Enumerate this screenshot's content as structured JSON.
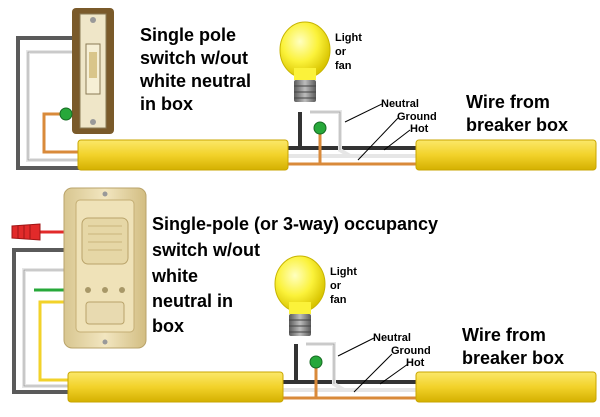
{
  "colors": {
    "cable_yellow": "#f2d22a",
    "cable_edge": "#d4b000",
    "bulb_yellow": "#fbf23a",
    "black_wire": "#333333",
    "white_wire": "#e6e6e6",
    "copper_wire": "#d98a3a",
    "red_wire": "#e22a2a",
    "green_wire": "#27a83a",
    "switch_beige": "#e8d9ad",
    "switch_plate": "#7a5a2a"
  },
  "top_diagram": {
    "title_lines": [
      "Single pole",
      "switch w/out",
      "white neutral",
      "in box"
    ],
    "bulb_label_lines": [
      "Light",
      "or",
      "fan"
    ],
    "wire_labels": {
      "neutral": "Neutral",
      "ground": "Ground",
      "hot": "Hot"
    },
    "source_lines": [
      "Wire from",
      "breaker box"
    ],
    "icons": [
      "toggle-switch-icon",
      "light-bulb-icon",
      "ground-screw-icon"
    ]
  },
  "bottom_diagram": {
    "title_lines": [
      "Single-pole (or 3-way) occupancy",
      "switch w/out",
      "white",
      "neutral in",
      "box"
    ],
    "bulb_label_lines": [
      "Light",
      "or",
      "fan"
    ],
    "wire_labels": {
      "neutral": "Neutral",
      "ground": "Ground",
      "hot": "Hot"
    },
    "source_lines": [
      "Wire from",
      "breaker box"
    ],
    "icons": [
      "occupancy-sensor-switch-icon",
      "wire-nut-icon",
      "light-bulb-icon",
      "ground-screw-icon"
    ]
  }
}
